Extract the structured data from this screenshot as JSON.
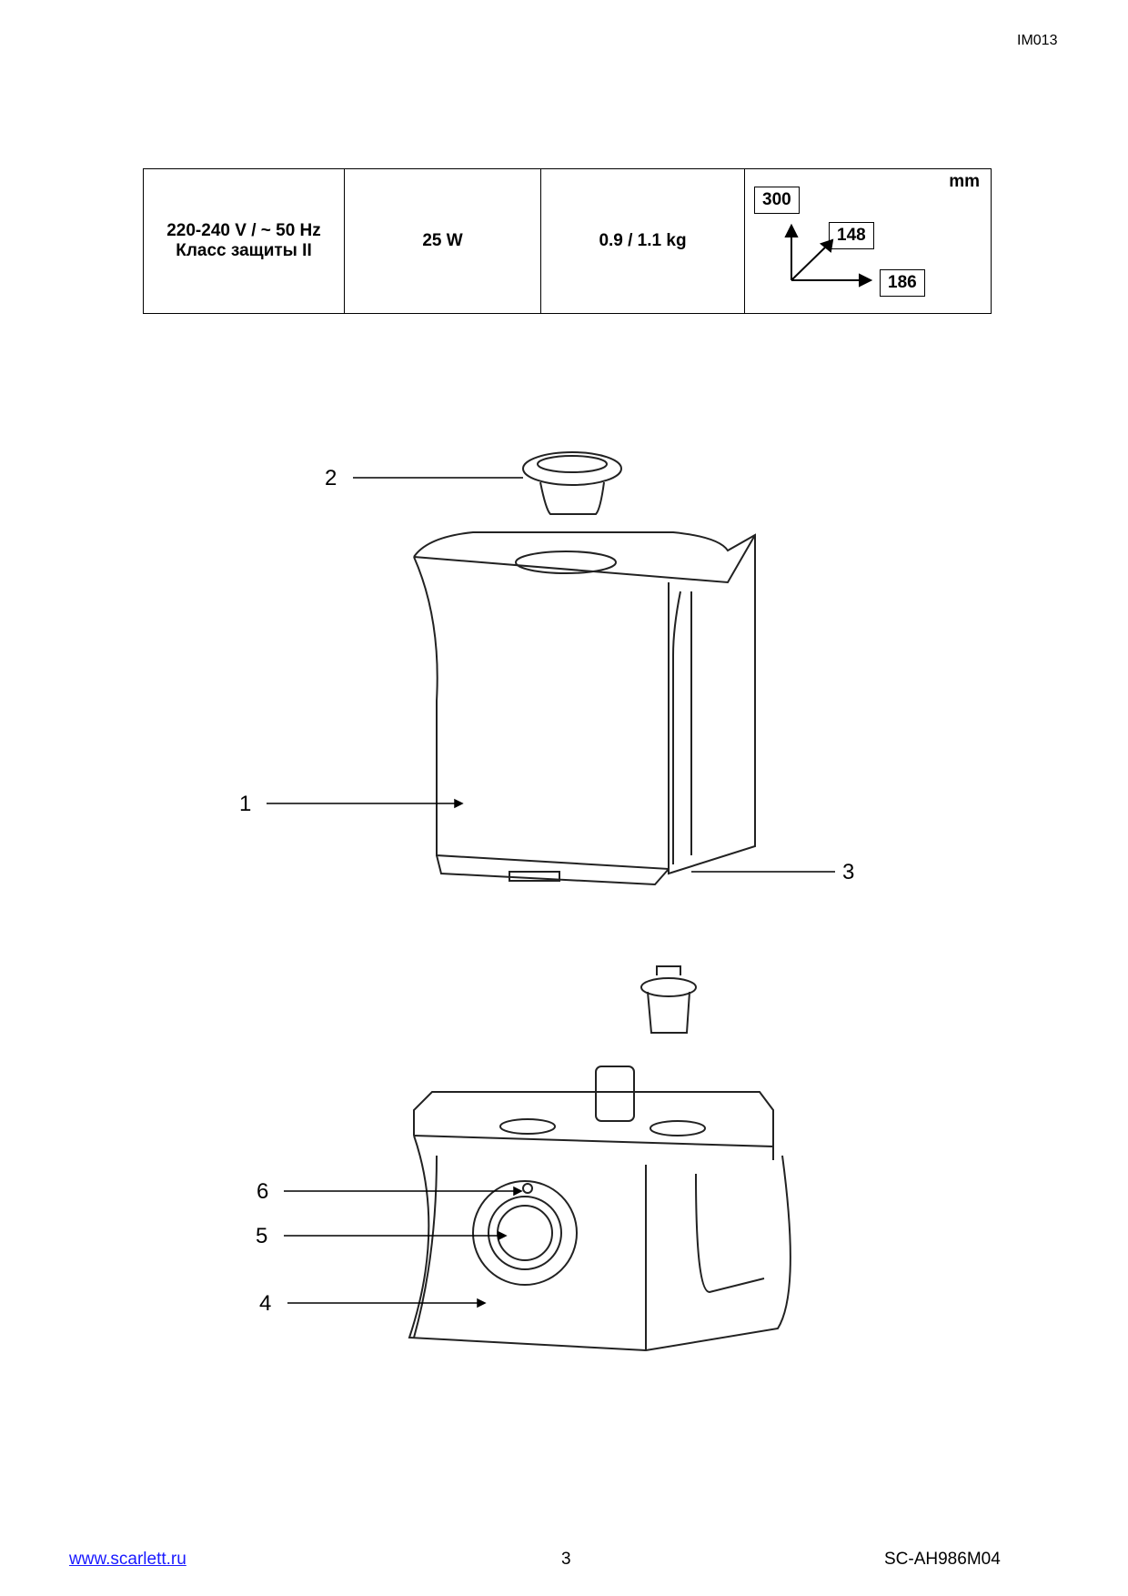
{
  "header": {
    "doc_code": "IM013"
  },
  "spec_table": {
    "voltage": "220-240 V / ~ 50 Hz",
    "protection_class": "Класс защиты II",
    "power": "25 W",
    "weight": "0.9 / 1.1 kg",
    "unit": "mm",
    "height": "300",
    "depth": "148",
    "width": "186"
  },
  "diagram": {
    "labels": [
      "1",
      "2",
      "3",
      "4",
      "5",
      "6"
    ]
  },
  "footer": {
    "website": "www.scarlett.ru",
    "page": "3",
    "model": "SC-AH986M04"
  }
}
